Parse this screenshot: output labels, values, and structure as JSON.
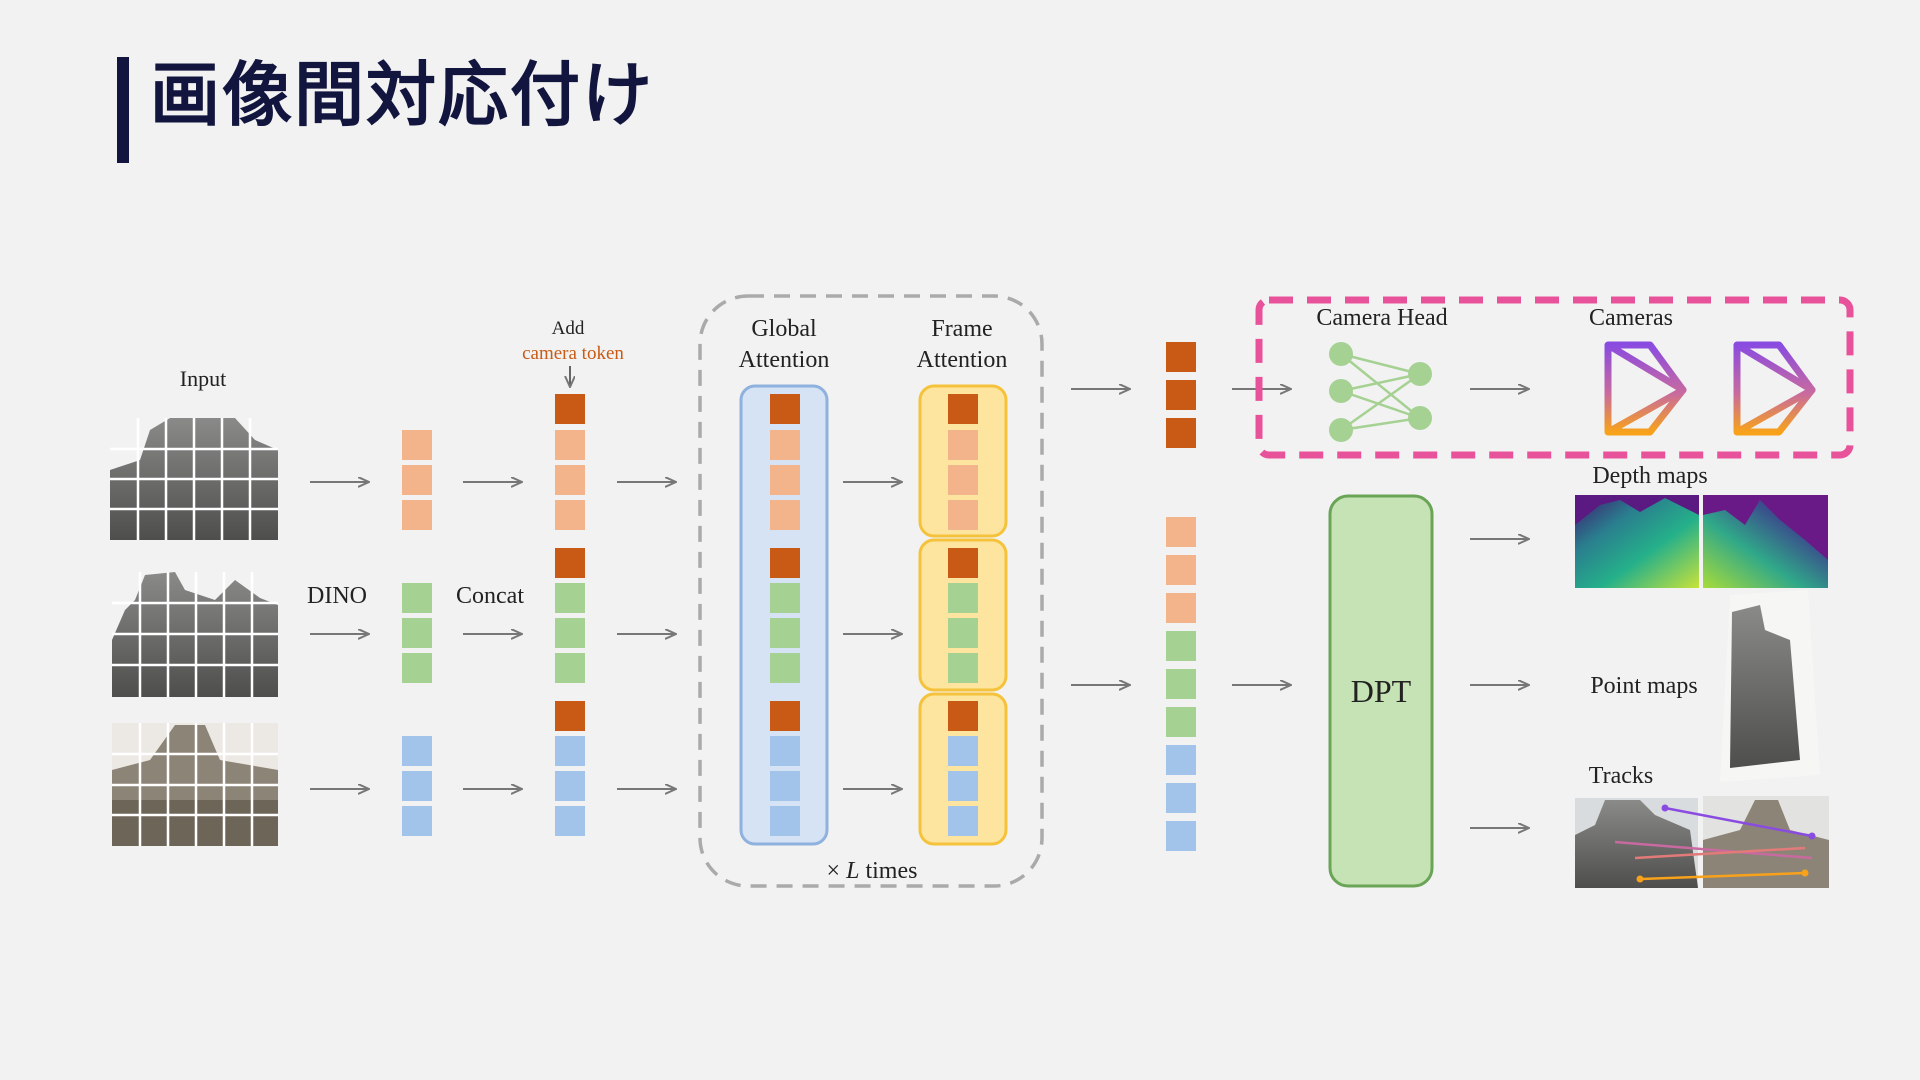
{
  "slide": {
    "title": "画像間対応付け"
  },
  "diagram": {
    "input_label": "Input",
    "dino_label": "DINO",
    "concat_label": "Concat",
    "add_label": "Add",
    "camera_token_label": "camera token",
    "global_attention_line1": "Global",
    "global_attention_line2": "Attention",
    "frame_attention_line1": "Frame",
    "frame_attention_line2": "Attention",
    "repeat_prefix": "×",
    "repeat_var": "L",
    "repeat_suffix": "times",
    "camera_head_label": "Camera Head",
    "cameras_label": "Cameras",
    "depth_maps_label": "Depth maps",
    "dpt_label": "DPT",
    "point_maps_label": "Point maps",
    "tracks_label": "Tracks",
    "colors": {
      "camera_token": "#c95a15",
      "frame1": "#f3b48c",
      "frame2": "#a5d192",
      "frame3": "#a3c4ea",
      "global_box": "#d6e3f4",
      "frame_box": "#fde5a0",
      "highlight": "#e8529a",
      "dpt": "#c5e3b4",
      "title": "#12153e"
    }
  }
}
